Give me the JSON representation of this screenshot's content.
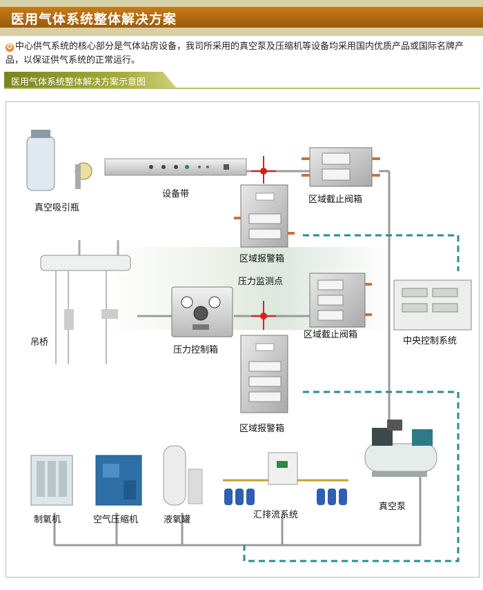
{
  "header": {
    "title": "医用气体系统整体解决方案"
  },
  "intro": {
    "text": "中心供气系统的核心部分是气体站房设备，我司所采用的真空泵及压缩机等设备均采用国内优质产品或国际名牌产品，以保证供气系统的正常运行。"
  },
  "section": {
    "title": "医用气体系统整体解决方案示意图"
  },
  "diagram": {
    "labels": {
      "vacuum_bottle": "真空吸引瓶",
      "equipment_belt": "设备带",
      "area_valve_1": "区域截止阀箱",
      "area_alarm_1": "区域报警箱",
      "pressure_point": "压力监测点",
      "pendant": "吊桥",
      "pressure_box": "压力控制箱",
      "area_valve_2": "区域截止阀箱",
      "central_control": "中央控制系统",
      "area_alarm_2": "区域报警箱",
      "oxygen_maker": "制氧机",
      "air_compressor": "空气压缩机",
      "liquid_oxygen": "液氧罐",
      "manifold": "汇排流系统",
      "vacuum_pump": "真空泵"
    },
    "colors": {
      "pipe": "#9a9a9a",
      "dashed": "#2a8c8c",
      "red": "#d42020",
      "copper": "#c8743a"
    }
  }
}
